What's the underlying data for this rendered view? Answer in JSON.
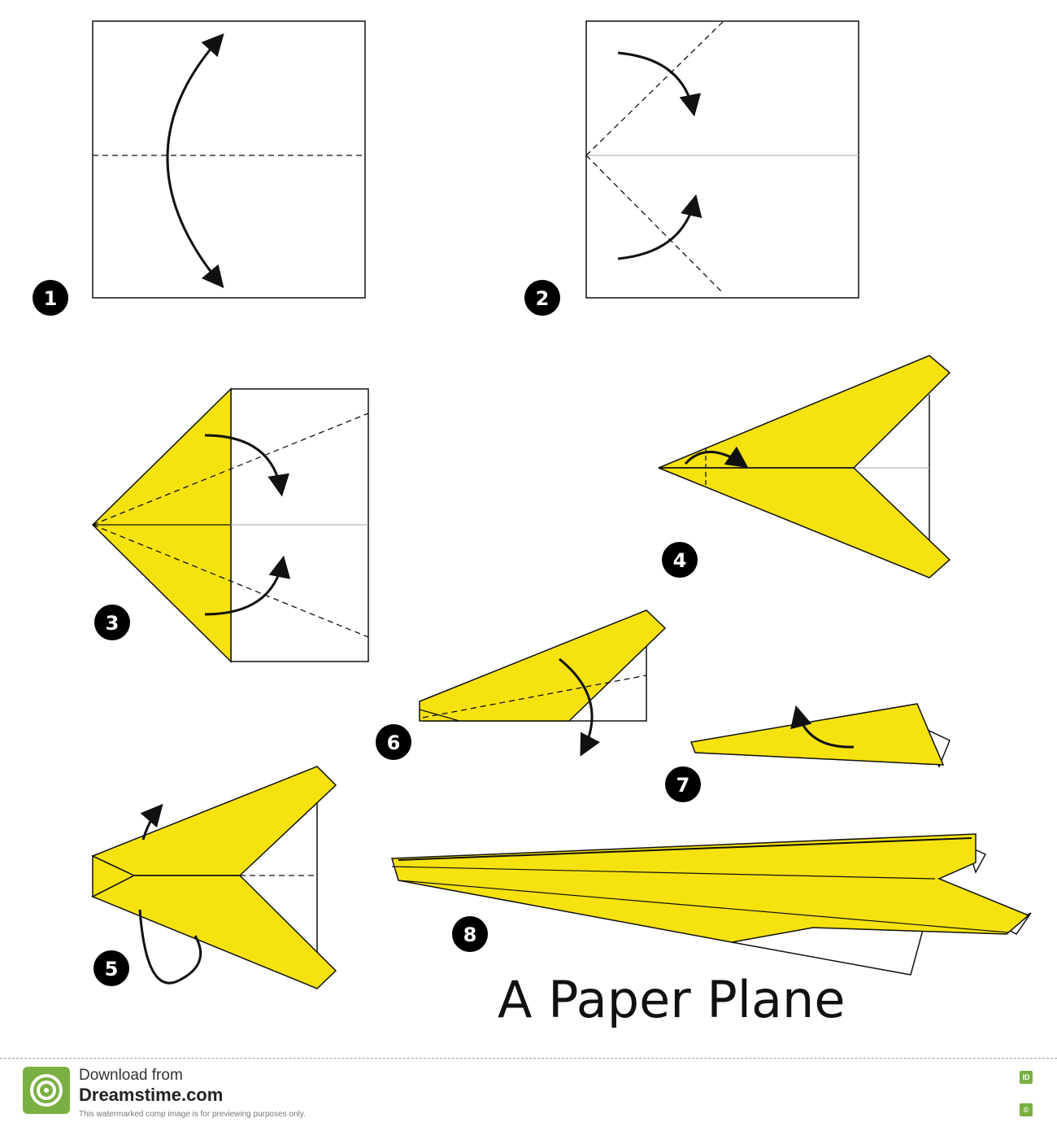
{
  "title": "A Paper Plane",
  "steps": [
    {
      "label": "1"
    },
    {
      "label": "2"
    },
    {
      "label": "3"
    },
    {
      "label": "4"
    },
    {
      "label": "5"
    },
    {
      "label": "6"
    },
    {
      "label": "7"
    },
    {
      "label": "8"
    }
  ],
  "colors": {
    "paper_yellow": "#f6e20f",
    "line": "#111111",
    "badge": "#000000",
    "brand_green": "#79b041"
  },
  "footer": {
    "download_label": "Download from",
    "site": "Dreamstime.com",
    "note": "This watermarked comp image is for previewing purposes only.",
    "badge_id": "ID",
    "badge_copyright": "©"
  }
}
